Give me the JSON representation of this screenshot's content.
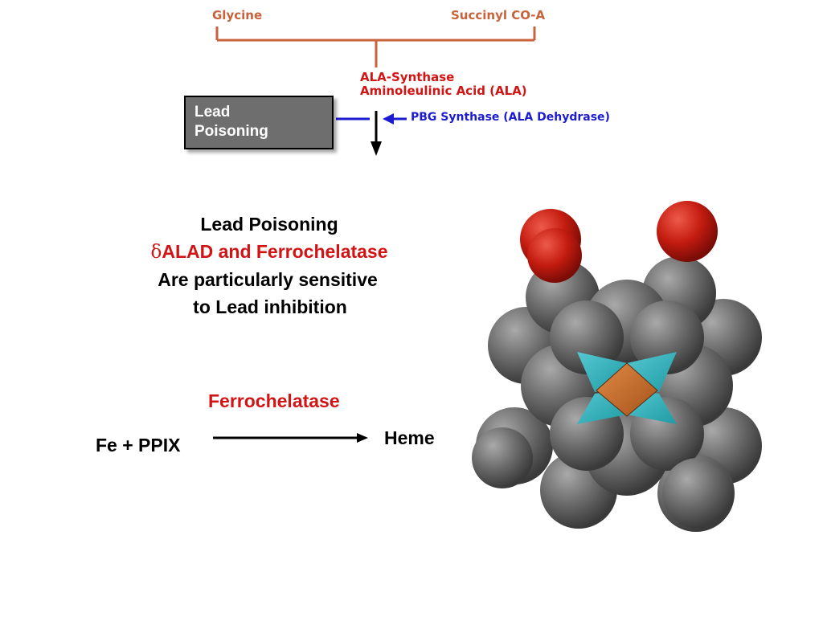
{
  "pathway": {
    "substrate_left": "Glycine",
    "substrate_right": "Succinyl CO-A",
    "enzyme_1": "ALA-Synthase",
    "product_1": "Aminoleulinic Acid (ALA)",
    "enzyme_2": "PBG Synthase (ALA Dehydrase)",
    "inhibitor_box": {
      "line1": "Lead",
      "line2": "Poisoning"
    }
  },
  "statement": {
    "line1": "Lead Poisoning",
    "line2_symbol": "δ",
    "line2_text": "ALAD and Ferrochelatase",
    "line3": "Are particularly sensitive",
    "line4": "to Lead inhibition"
  },
  "reaction": {
    "enzyme": "Ferrochelatase",
    "reactant": "Fe + PPIX",
    "product": "Heme"
  },
  "colors": {
    "pathway_lines": "#c8623a",
    "enzyme_red": "#d21414",
    "inhibition_blue": "#1b1bd0",
    "carbon_gray": "#6a6a6a",
    "nitrogen_teal": "#2aaeb8",
    "iron_orange": "#c26a2a",
    "oxygen_red": "#c41c10"
  }
}
